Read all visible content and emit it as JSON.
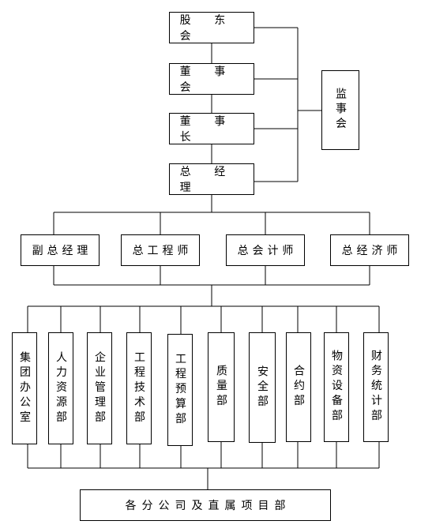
{
  "top": {
    "shareholders": "股 东 会",
    "board": "董 事 会",
    "chairman": "董 事 长",
    "general_manager": "总 经 理",
    "supervisors": "监事会"
  },
  "deputies": [
    "副总经理",
    "总工程师",
    "总会计师",
    "总经济师"
  ],
  "departments": [
    "集团办公室",
    "人力资源部",
    "企业管理部",
    "工程技术部",
    "工程预算部",
    "质量部",
    "安全部",
    "合约部",
    "物资设备部",
    "财务统计部"
  ],
  "bottom": "各分公司及直属项目部"
}
